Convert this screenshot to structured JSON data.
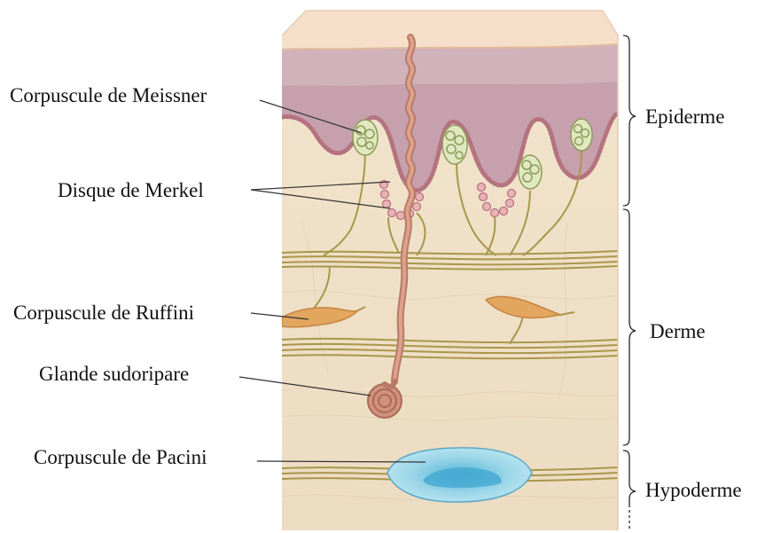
{
  "labels": {
    "meissner": "Corpuscule de Meissner",
    "merkel": "Disque de Merkel",
    "ruffini": "Corpuscule de Ruffini",
    "sweat_gland": "Glande sudoripare",
    "pacini": "Corpuscule de Pacini"
  },
  "layers": {
    "epidermis": "Epiderme",
    "dermis": "Derme",
    "hypodermis": "Hypoderme"
  },
  "colors": {
    "skin_surface": "#f4dcc4",
    "epidermis": "#c9a6b0",
    "dermis": "#efe1c9",
    "nerve": "#a9964a",
    "duct": "#c98a74",
    "meissner": "#dfe8bf",
    "ruffini": "#e3a65e",
    "pacini": "#8fd0e3",
    "leader_line": "#333333"
  }
}
